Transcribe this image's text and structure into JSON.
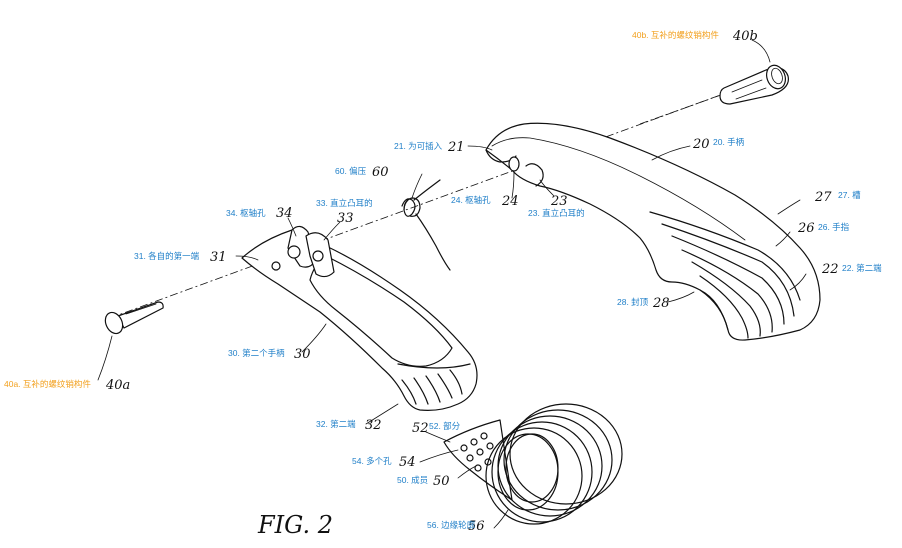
{
  "figure": {
    "caption": "FIG. 2"
  },
  "callouts": {
    "c40b": {
      "label": "40b. 互补的螺纹销构件",
      "number": "40b"
    },
    "c20": {
      "label": "20. 手柄",
      "number": "20"
    },
    "c21": {
      "label": "21. 为可插入",
      "number": "21"
    },
    "c60": {
      "label": "60. 偏压",
      "number": "60"
    },
    "c33": {
      "label": "33. 直立凸耳的",
      "number": "33"
    },
    "c34": {
      "label": "34. 枢轴孔",
      "number": "34"
    },
    "c24": {
      "label": "24. 枢轴孔",
      "number": "24"
    },
    "c23": {
      "label": "23. 直立凸耳的",
      "number": "23"
    },
    "c27": {
      "label": "27. 槽",
      "number": "27"
    },
    "c26": {
      "label": "26. 手指",
      "number": "26"
    },
    "c22": {
      "label": "22. 第二端",
      "number": "22"
    },
    "c31": {
      "label": "31. 各自的第一端",
      "number": "31"
    },
    "c28": {
      "label": "28. 封顶",
      "number": "28"
    },
    "c30": {
      "label": "30. 第二个手柄",
      "number": "30"
    },
    "c40a": {
      "label": "40a. 互补的螺纹销构件",
      "number": "40a"
    },
    "c32": {
      "label": "32. 第二端",
      "number": "32"
    },
    "c52": {
      "label": "52. 部分",
      "number": "52"
    },
    "c54": {
      "label": "54. 多个孔",
      "number": "54"
    },
    "c50": {
      "label": "50. 成员",
      "number": "50"
    },
    "c56": {
      "label": "56. 边缘轮廓",
      "number": "56"
    }
  },
  "colors": {
    "label_blue": "#1f7fc8",
    "label_orange": "#f2a01e",
    "ink": "#111111"
  }
}
